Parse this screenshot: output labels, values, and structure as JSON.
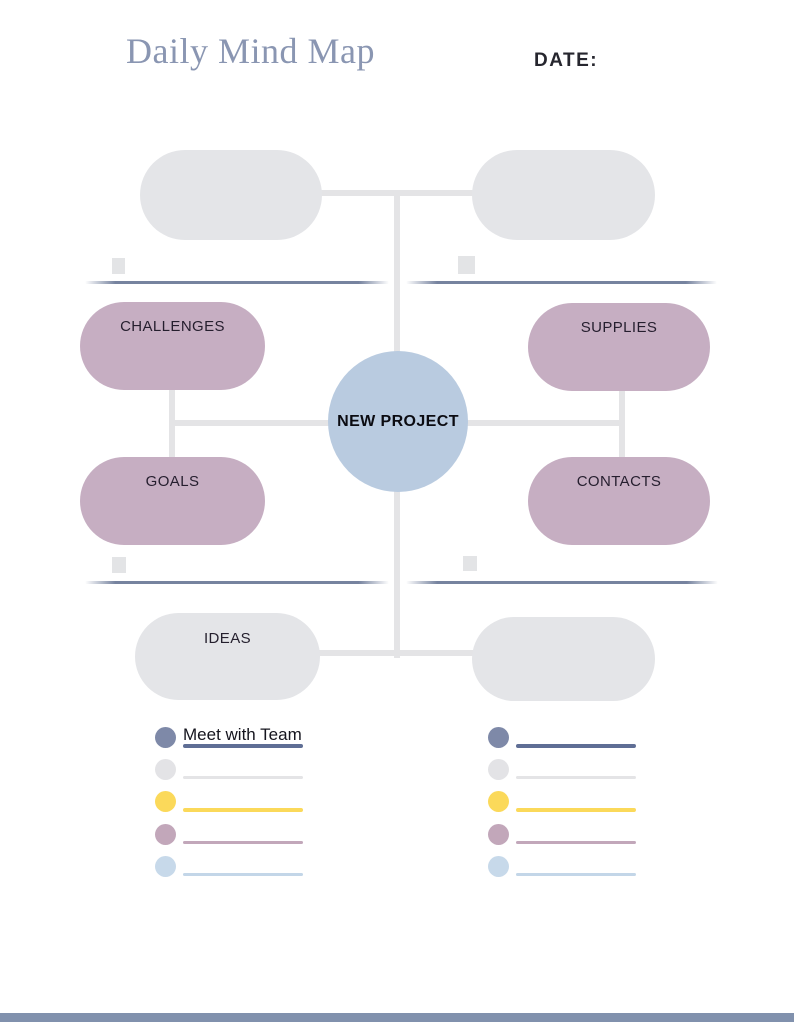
{
  "header": {
    "title": "Daily Mind Map",
    "date_label": "DATE:"
  },
  "mindmap": {
    "center_label": "NEW PROJECT",
    "pills": [
      {
        "label": "CHALLENGES"
      },
      {
        "label": "SUPPLIES"
      },
      {
        "label": "GOALS"
      },
      {
        "label": "CONTACTS"
      }
    ],
    "ovals": {
      "top_left": "",
      "top_right": "",
      "bottom_left": "IDEAS",
      "bottom_right": ""
    }
  },
  "checklists": {
    "left": [
      {
        "text": "Meet with Team",
        "dot_color": "#7e89a8",
        "line_color": "#5f6e95"
      },
      {
        "text": "",
        "dot_color": "#e3e3e6",
        "line_color": "#e4e4e6"
      },
      {
        "text": "",
        "dot_color": "#fbd95a",
        "line_color": "#fbd95a"
      },
      {
        "text": "",
        "dot_color": "#c2a7ba",
        "line_color": "#c2a7ba"
      },
      {
        "text": "",
        "dot_color": "#c7d9ea",
        "line_color": "#c3d6e8"
      }
    ],
    "right": [
      {
        "text": "",
        "dot_color": "#7e89a8",
        "line_color": "#5f6e95"
      },
      {
        "text": "",
        "dot_color": "#e3e3e6",
        "line_color": "#e4e4e6"
      },
      {
        "text": "",
        "dot_color": "#fbd95a",
        "line_color": "#fbd95a"
      },
      {
        "text": "",
        "dot_color": "#c2a7ba",
        "line_color": "#c2a7ba"
      },
      {
        "text": "",
        "dot_color": "#c7d9ea",
        "line_color": "#c3d6e8"
      }
    ]
  },
  "colors": {
    "title": "#8a96b2",
    "center_circle": "#b9cbe0",
    "branch_pill": "#c6aec2",
    "gray_oval": "#e4e5e8",
    "connector": "#e4e4e6",
    "divider": "#76839f",
    "footer_bar": "#8191ad"
  }
}
